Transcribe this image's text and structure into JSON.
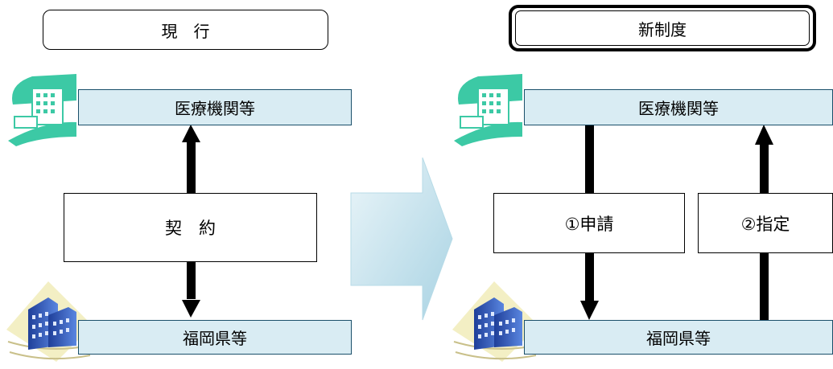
{
  "current": {
    "title": "現　行",
    "medical": "医療機関等",
    "contract": "契　約",
    "prefecture": "福岡県等"
  },
  "new_system": {
    "title": "新制度",
    "medical": "医療機関等",
    "application": "①申請",
    "designation": "②指定",
    "prefecture": "福岡県等"
  },
  "icons": {
    "hospital": "hospital-icon",
    "office": "office-building-icon",
    "transition": "right-arrow-icon"
  },
  "colors": {
    "bar_fill": "#d9ecf3",
    "bar_border": "#1a4f6a",
    "hospital_accent": "#3cc9a5",
    "arrow_fill": "#cfe7f0"
  }
}
